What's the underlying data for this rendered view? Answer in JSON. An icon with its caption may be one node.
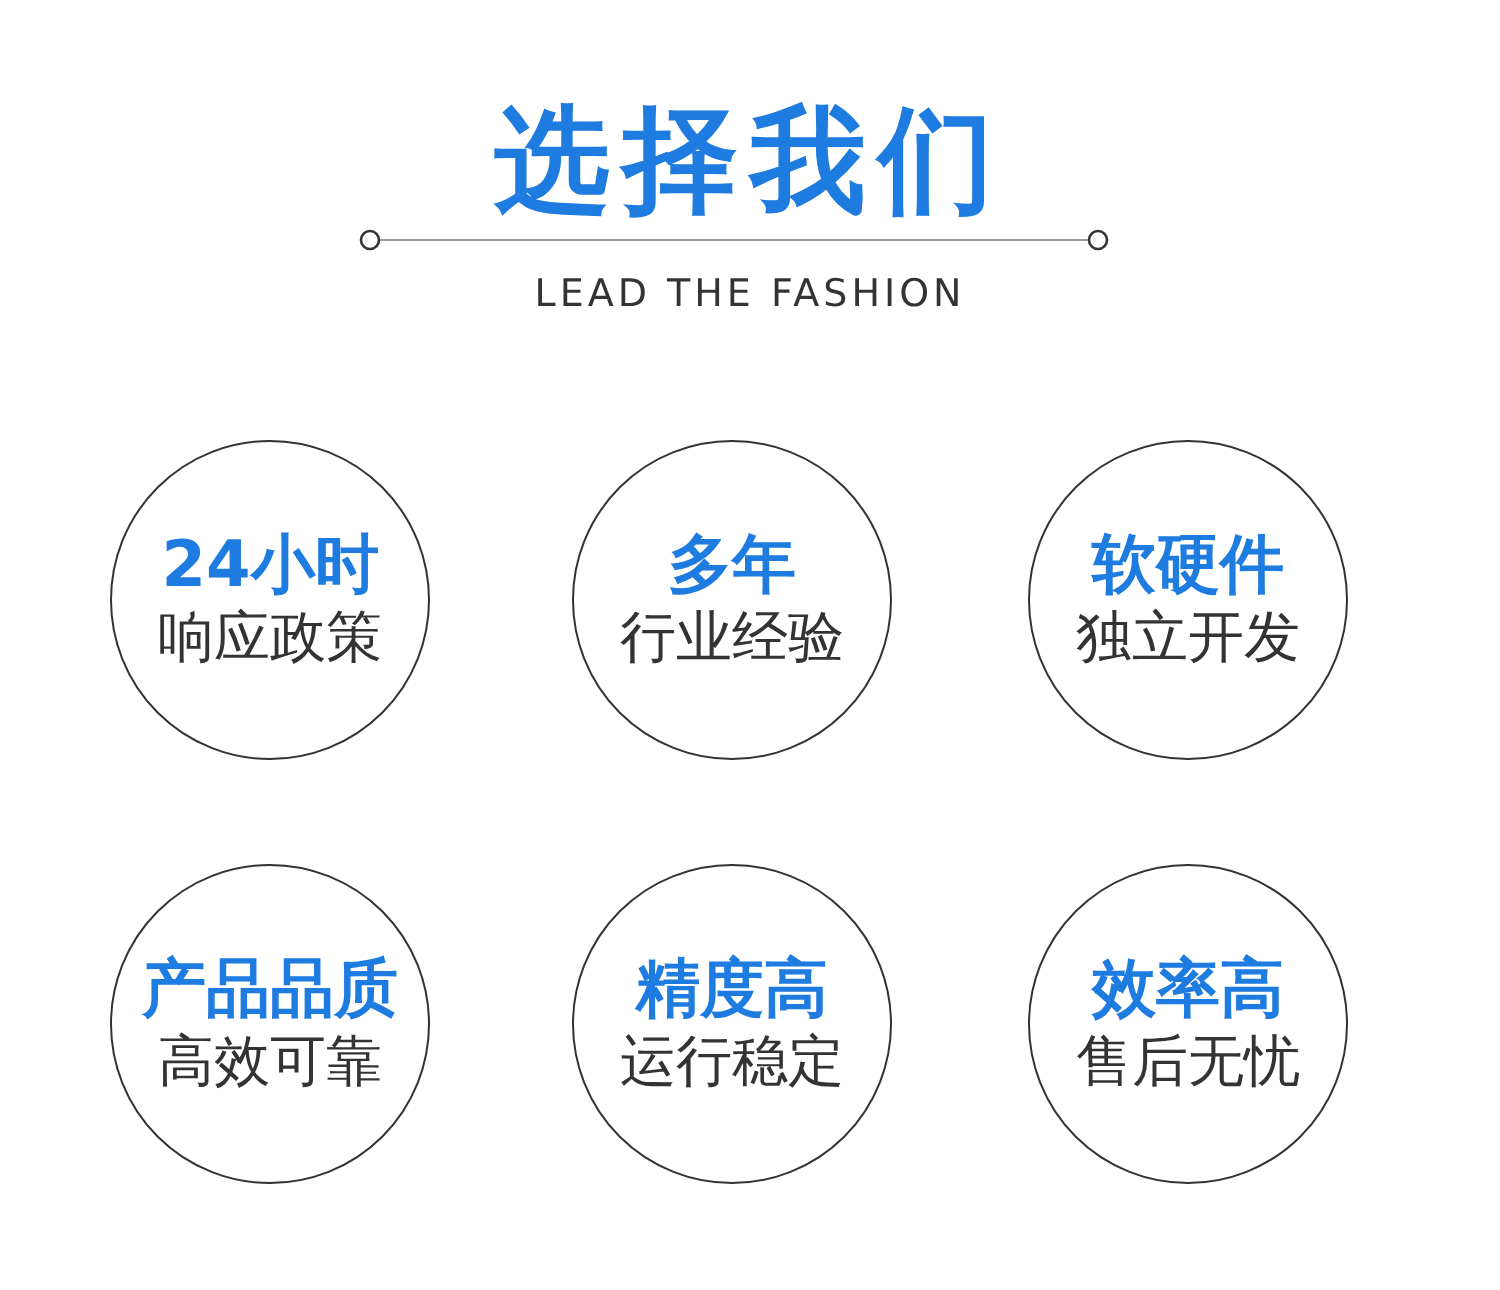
{
  "diagram": {
    "title": "选择我们",
    "nodes": [
      {
        "text": [
          "24小时",
          "响应政策"
        ]
      },
      {
        "text": [
          "多年",
          "行业经验"
        ]
      },
      {
        "text": [
          "软硬件",
          "独立开发"
        ]
      },
      {
        "text": [
          "产品品质",
          "高效可靠"
        ]
      },
      {
        "text": [
          "精度高",
          "运行稳定"
        ]
      },
      {
        "text": [
          "效率高",
          "售后无忧"
        ]
      }
    ],
    "labels": [
      "LEAD THE FASHION"
    ]
  }
}
